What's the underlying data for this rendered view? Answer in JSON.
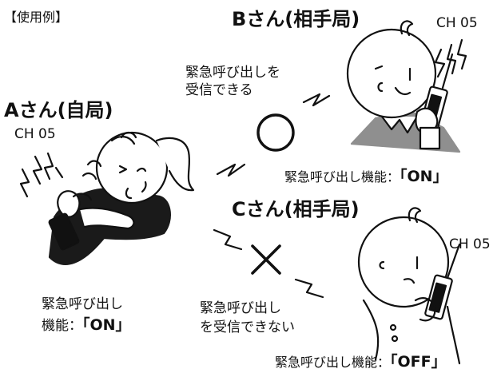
{
  "header": {
    "example_label": "【使用例】"
  },
  "station_a": {
    "title": "Aさん(自局)",
    "channel": "CH 05",
    "function_line1": "緊急呼び出し",
    "function_prefix": "機能：",
    "function_value": "「ON」"
  },
  "station_b": {
    "title": "Bさん(相手局)",
    "channel": "CH 05",
    "function_prefix": "緊急呼び出し機能：",
    "function_value": "「ON」"
  },
  "station_c": {
    "title": "Cさん(相手局)",
    "channel": "CH 05",
    "function_prefix": "緊急呼び出し機能：",
    "function_value": "「OFF」"
  },
  "receive_ok": {
    "line1": "緊急呼び出しを",
    "line2": "受信できる",
    "symbol": "○"
  },
  "receive_ng": {
    "line1": "緊急呼び出し",
    "line2": "を受信できない",
    "symbol": "✕"
  }
}
